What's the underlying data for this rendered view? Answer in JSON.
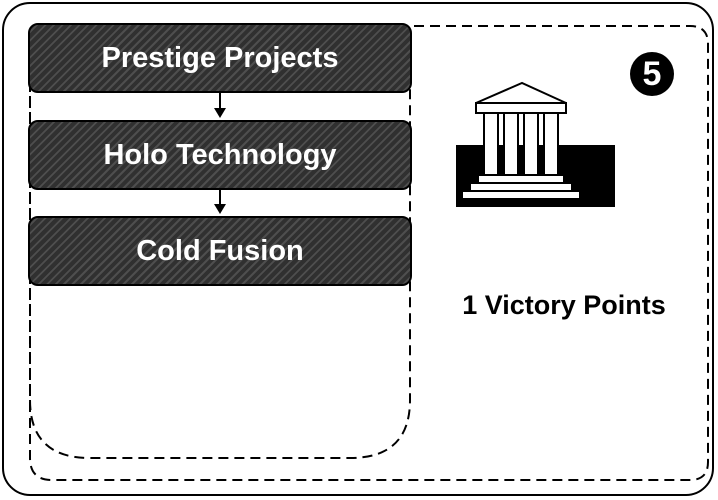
{
  "card": {
    "tracks": [
      {
        "label": "Prestige Projects"
      },
      {
        "label": "Holo Technology"
      },
      {
        "label": "Cold Fusion"
      }
    ],
    "badge_number": "5",
    "reward_icon": "temple-icon",
    "reward_text": "1 Victory Points"
  },
  "colors": {
    "bar_fill": "#2b2b2b",
    "bar_text": "#ffffff",
    "outline": "#000000",
    "background": "#ffffff"
  }
}
